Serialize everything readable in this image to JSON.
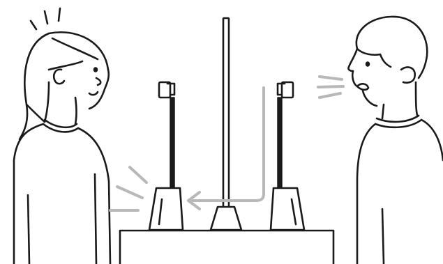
{
  "scene": {
    "colors": {
      "background": "#ffffff",
      "line": "#1a1a1a",
      "sound_waves": "#b8b8b8"
    },
    "elements": [
      "woman",
      "man",
      "partition",
      "table",
      "microphone-left",
      "microphone-right",
      "sound-path-arrow"
    ]
  }
}
